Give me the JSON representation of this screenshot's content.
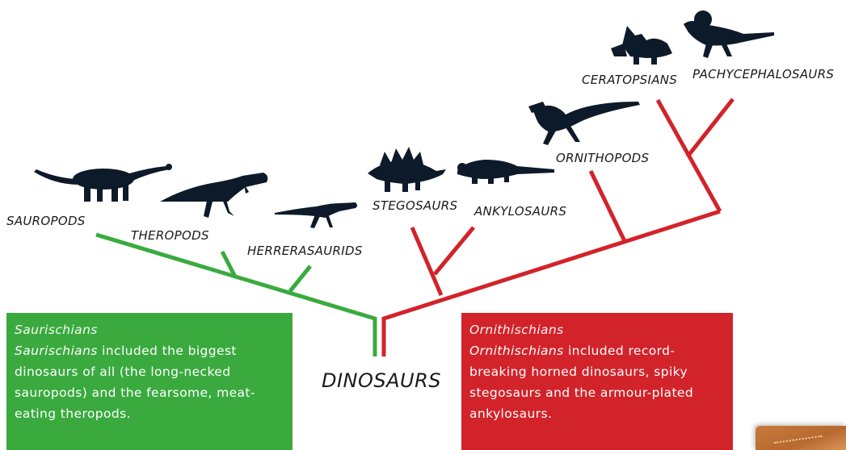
{
  "diagram": {
    "root_label": "DINOSAURS",
    "colors": {
      "saurischia": "#3aaa3f",
      "ornithischia": "#d2232a",
      "silhouette": "#0d1a2a"
    },
    "clades": [
      {
        "label": "SAUROPODS",
        "group": "saurischia",
        "icon": "sauropod-silhouette-icon"
      },
      {
        "label": "THEROPODS",
        "group": "saurischia",
        "icon": "theropod-silhouette-icon"
      },
      {
        "label": "HERRERASAURIDS",
        "group": "saurischia",
        "icon": "herrerasaurid-silhouette-icon"
      },
      {
        "label": "STEGOSAURS",
        "group": "ornithischia",
        "icon": "stegosaur-silhouette-icon"
      },
      {
        "label": "ANKYLOSAURS",
        "group": "ornithischia",
        "icon": "ankylosaur-silhouette-icon"
      },
      {
        "label": "ORNITHOPODS",
        "group": "ornithischia",
        "icon": "ornithopod-silhouette-icon"
      },
      {
        "label": "CERATOPSIANS",
        "group": "ornithischia",
        "icon": "ceratopsian-silhouette-icon"
      },
      {
        "label": "PACHYCEPHALOSAURS",
        "group": "ornithischia",
        "icon": "pachycephalosaur-silhouette-icon"
      }
    ],
    "saurischians": {
      "title": "Saurischians",
      "text_em": "Saurischians",
      "text": " included the biggest dinosaurs of all (the long-necked sauropods) and the fearsome, meat-eating theropods."
    },
    "ornithischians": {
      "title": "Ornithischians",
      "text_em": "Ornithischians",
      "text": " included record-breaking horned dinosaurs, spiky stegosaurs and the armour-plated ankylosaurs."
    }
  }
}
